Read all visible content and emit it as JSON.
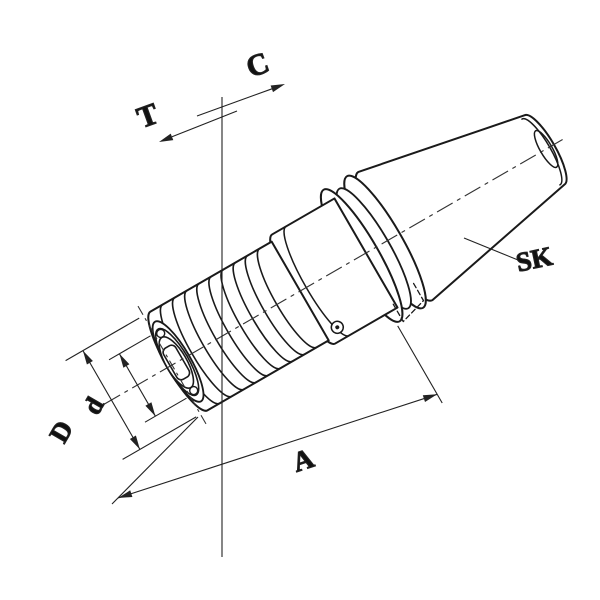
{
  "drawing": {
    "type": "technical-drawing",
    "colors": {
      "background": "#ffffff",
      "line": "#1a1a1a",
      "dimension": "#222222"
    },
    "labels": {
      "compression": "C",
      "tension": "T",
      "taper": "SK",
      "outer_diameter": "D",
      "bore_diameter": "d",
      "length": "A"
    }
  }
}
